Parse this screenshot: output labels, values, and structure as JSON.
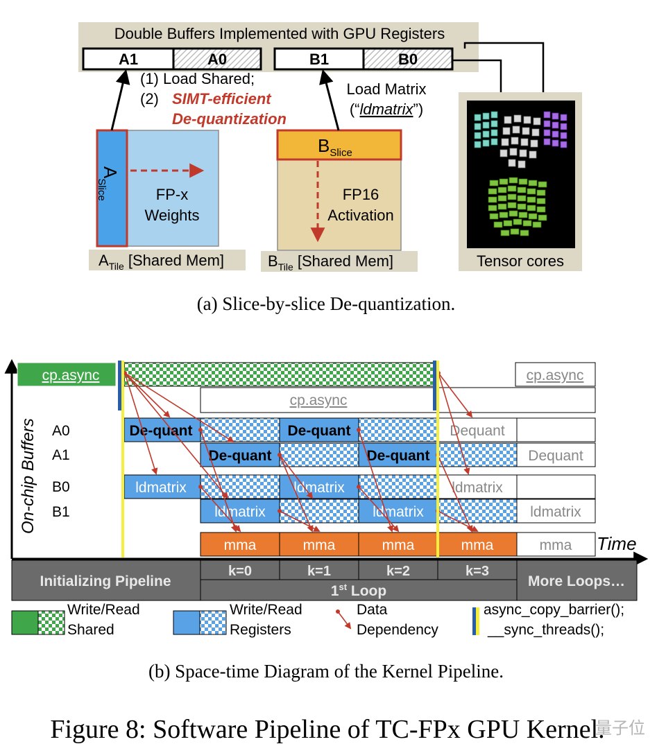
{
  "top": {
    "double_buffer_title": "Double Buffers Implemented with GPU Registers",
    "buf_a1": "A1",
    "buf_a0": "A0",
    "buf_b1": "B1",
    "buf_b0": "B0",
    "step1": "(1)  Load Shared;",
    "step2_num": "(2)",
    "step2_line1": "SIMT-efficient",
    "step2_line2": "De-quantization",
    "load_matrix": "Load Matrix",
    "ldmatrix_open": "(“",
    "ldmatrix_word": "ldmatrix",
    "ldmatrix_close": "”)",
    "a_slice_main": "A",
    "a_slice_sub": "Slice",
    "fpx_line1": "FP-x",
    "fpx_line2": "Weights",
    "b_slice_main": "B",
    "b_slice_sub": "Slice",
    "fp16_line1": "FP16",
    "fp16_line2": "Activation",
    "a_tile_main": "A",
    "a_tile_sub": "Tile",
    "a_tile_rest": " [Shared Mem]",
    "b_tile_main": "B",
    "b_tile_sub": "Tile",
    "b_tile_rest": " [Shared Mem]",
    "tensor_cores": "Tensor cores",
    "caption_a": "(a) Slice-by-slice De-quantization."
  },
  "bottom": {
    "y_axis": "On-chip Buffers",
    "time": "Time",
    "rows": [
      "A0",
      "A1",
      "B0",
      "B1"
    ],
    "cp_async_first": "cp.async",
    "cp_async_mid": "cp.async",
    "cp_async_right": "cp.async",
    "dequant_bold": "De-quant",
    "dequant_gray": "Dequant",
    "ldmatrix": "ldmatrix",
    "mma": "mma",
    "init_pipeline": "Initializing Pipeline",
    "k_labels": [
      "k=0",
      "k=1",
      "k=2",
      "k=3"
    ],
    "first_loop_num": "1",
    "first_loop_sup": "st",
    "first_loop_rest": " Loop",
    "more_loops": "More Loops…",
    "legend_shared_1": "Write/Read",
    "legend_shared_2": "Shared",
    "legend_reg_1": "Write/Read",
    "legend_reg_2": "Registers",
    "legend_dep_1": "Data",
    "legend_dep_2": "Dependency",
    "legend_sync_1": "async_copy_barrier();",
    "legend_sync_2": "__sync_threads();",
    "caption_b": "(b) Space-time Diagram of the Kernel Pipeline."
  },
  "figure_caption": "Figure 8: Software Pipeline of TC-FPx GPU Kernel.",
  "watermark": "量子位",
  "colors": {
    "green": "#3fa64a",
    "blue": "#5aa2e6",
    "orange": "#ea7a30",
    "gray": "#6b6b6b",
    "beige": "#e6d6a9",
    "lightblue": "#a9d2ee",
    "bslice": "#f2b638",
    "darkred": "#c0392b",
    "sync_blue": "#2a5da8",
    "sync_yellow": "#f6ee3c"
  }
}
